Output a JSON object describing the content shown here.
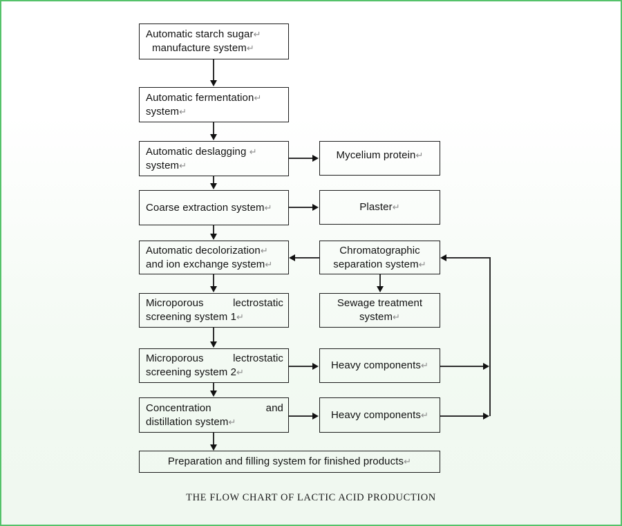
{
  "caption": "THE FLOW CHART OF LACTIC ACID PRODUCTION",
  "return_glyph": "↵",
  "colors": {
    "page_border": "#55c26a",
    "page_background_top": "#ffffff",
    "page_background_bottom": "#f0f8f0",
    "box_border": "#1b1b1b",
    "text": "#111111",
    "connector": "#2d2d2d",
    "return_mark": "#8a8a8a"
  },
  "chart_data": {
    "type": "diagram",
    "title": "THE FLOW CHART OF LACTIC ACID PRODUCTION",
    "orientation": "top-to-bottom",
    "nodes": [
      {
        "id": "n1",
        "label_line1": "Automatic starch sugar",
        "label_line2": "manufacture system",
        "column": "left",
        "align": "left-indented"
      },
      {
        "id": "n2",
        "label_line1": "Automatic fermentation",
        "label_line2": "system",
        "column": "left",
        "align": "left"
      },
      {
        "id": "n3",
        "label_line1": "Automatic deslagging ",
        "label_line2": "system",
        "column": "left",
        "align": "left"
      },
      {
        "id": "n4",
        "label_line1": "Coarse extraction system",
        "label_line2": "",
        "column": "left",
        "align": "left"
      },
      {
        "id": "n5",
        "label_line1": "Automatic decolorization",
        "label_line2": "and ion exchange system",
        "column": "left",
        "align": "left"
      },
      {
        "id": "n6",
        "label_line1": "Microporous lectrostatic",
        "label_line2": "screening system 1",
        "column": "left",
        "align": "justify"
      },
      {
        "id": "n7",
        "label_line1": "Microporous lectrostatic",
        "label_line2": "screening system 2",
        "column": "left",
        "align": "justify"
      },
      {
        "id": "n8",
        "label_line1": "Concentration and",
        "label_line2": "distillation system",
        "column": "left",
        "align": "justify"
      },
      {
        "id": "n9",
        "label_line1": "Preparation and filling system for finished products",
        "label_line2": "",
        "column": "bottom",
        "align": "center"
      },
      {
        "id": "r1",
        "label_line1": "Mycelium protein",
        "label_line2": "",
        "column": "right",
        "align": "center"
      },
      {
        "id": "r2",
        "label_line1": "Plaster",
        "label_line2": "",
        "column": "right",
        "align": "center"
      },
      {
        "id": "r3",
        "label_line1": "Chromatographic",
        "label_line2": "separation system",
        "column": "right",
        "align": "center"
      },
      {
        "id": "r4",
        "label_line1": "Sewage treatment",
        "label_line2": "system",
        "column": "right",
        "align": "center"
      },
      {
        "id": "r5",
        "label_line1": "Heavy components",
        "label_line2": "",
        "column": "right",
        "align": "center"
      },
      {
        "id": "r6",
        "label_line1": "Heavy components",
        "label_line2": "",
        "column": "right",
        "align": "center"
      }
    ],
    "edges": [
      {
        "from": "n1",
        "to": "n2",
        "direction": "down"
      },
      {
        "from": "n2",
        "to": "n3",
        "direction": "down"
      },
      {
        "from": "n3",
        "to": "n4",
        "direction": "down"
      },
      {
        "from": "n4",
        "to": "n5",
        "direction": "down"
      },
      {
        "from": "n5",
        "to": "n6",
        "direction": "down"
      },
      {
        "from": "n6",
        "to": "n7",
        "direction": "down"
      },
      {
        "from": "n7",
        "to": "n8",
        "direction": "down"
      },
      {
        "from": "n8",
        "to": "n9",
        "direction": "down"
      },
      {
        "from": "n3",
        "to": "r1",
        "direction": "right"
      },
      {
        "from": "n4",
        "to": "r2",
        "direction": "right"
      },
      {
        "from": "r3",
        "to": "n5",
        "direction": "left"
      },
      {
        "from": "r3",
        "to": "r4",
        "direction": "down"
      },
      {
        "from": "n7",
        "to": "r5",
        "direction": "right"
      },
      {
        "from": "n8",
        "to": "r6",
        "direction": "right"
      },
      {
        "from": "r5",
        "to": "r3",
        "direction": "right-up-left-feedback"
      },
      {
        "from": "r6",
        "to": "r3",
        "direction": "right-up-left-feedback"
      }
    ]
  }
}
